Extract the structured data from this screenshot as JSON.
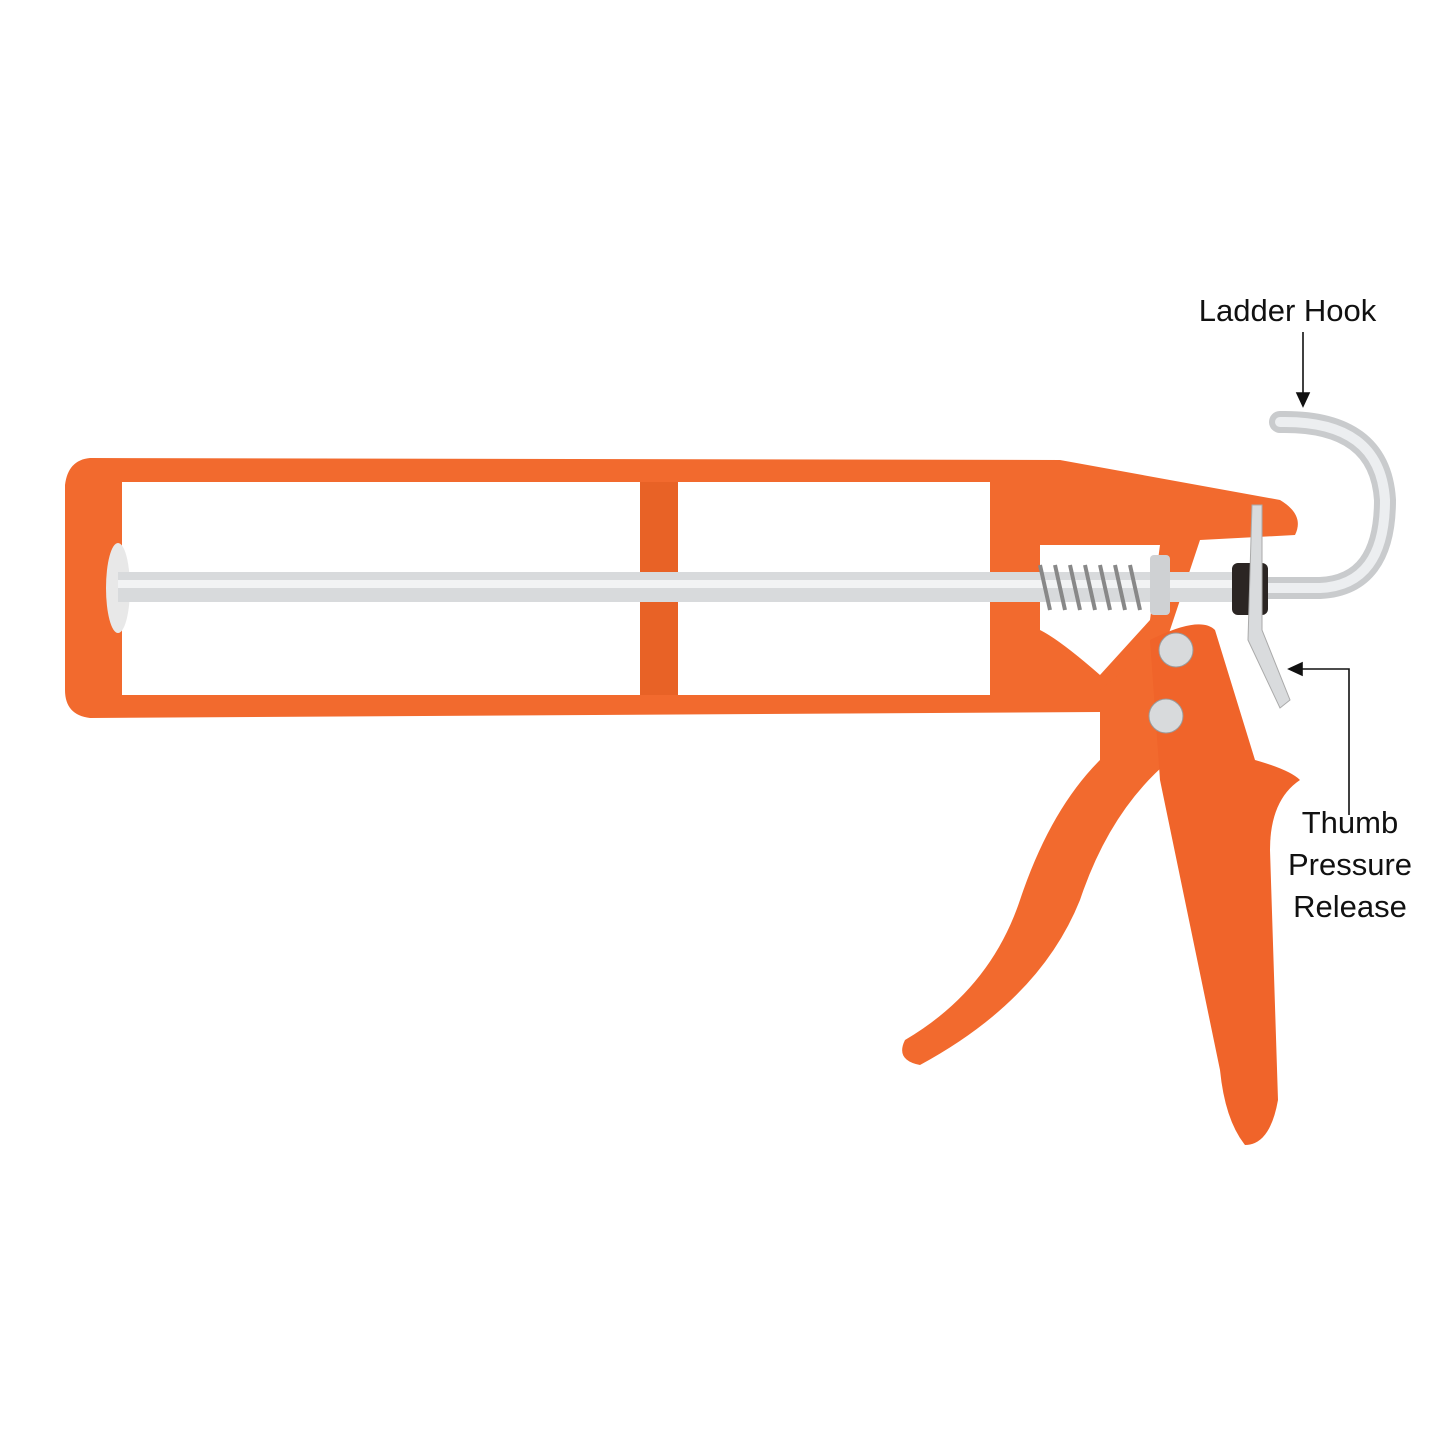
{
  "callouts": {
    "ladder_hook": "Ladder Hook",
    "thumb_release": [
      "Thumb",
      "Pressure",
      "Release"
    ]
  },
  "colors": {
    "body": "#f26a2e",
    "body_shade": "#e0551c",
    "metal": "#d4d6d8",
    "background": "#ffffff"
  },
  "icons": {
    "product": "caulking-gun"
  }
}
